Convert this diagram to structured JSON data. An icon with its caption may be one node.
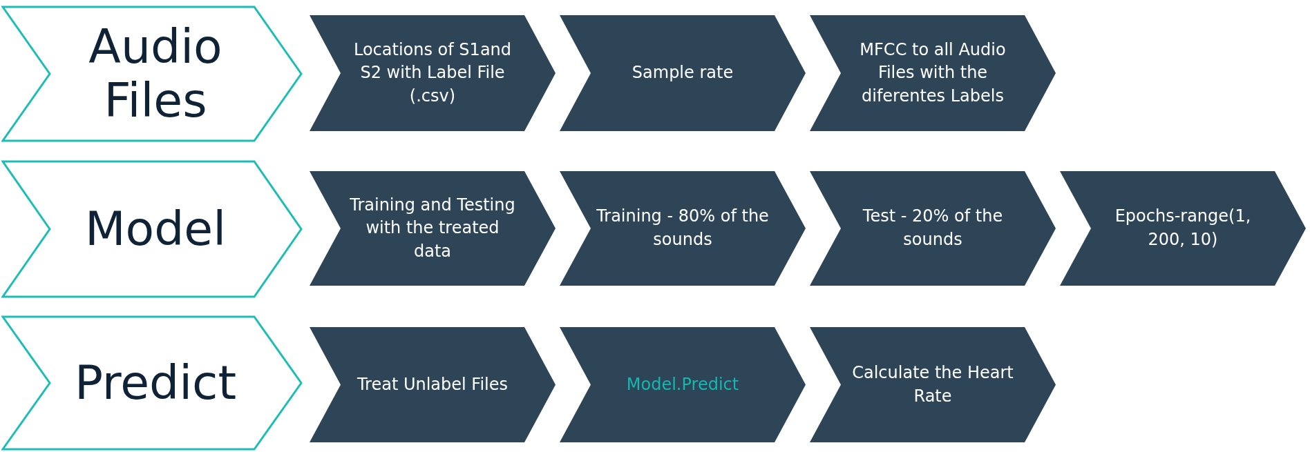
{
  "diagram": {
    "nodes": [
      {
        "text": [
          "Audio Files"
        ]
      },
      {
        "text": [
          "Locations of S1and S2 with Label File (.csv)"
        ]
      },
      {
        "text": [
          "Sample rate"
        ]
      },
      {
        "text": [
          "MFCC to all Audio Files with the diferentes Labels"
        ]
      },
      {
        "text": [
          "Model"
        ]
      },
      {
        "text": [
          "Training and Testing with the treated data"
        ]
      },
      {
        "text": [
          "Training - 80% of the sounds"
        ]
      },
      {
        "text": [
          "Test - 20% of the sounds"
        ]
      },
      {
        "text": [
          "Epochs-range(1, 200, 10)"
        ]
      },
      {
        "text": [
          "Predict"
        ]
      },
      {
        "text": [
          "Treat Unlabel Files"
        ]
      },
      {
        "text": [
          "Model.Predict"
        ]
      },
      {
        "text": [
          "Calculate the Heart Rate"
        ]
      }
    ]
  }
}
